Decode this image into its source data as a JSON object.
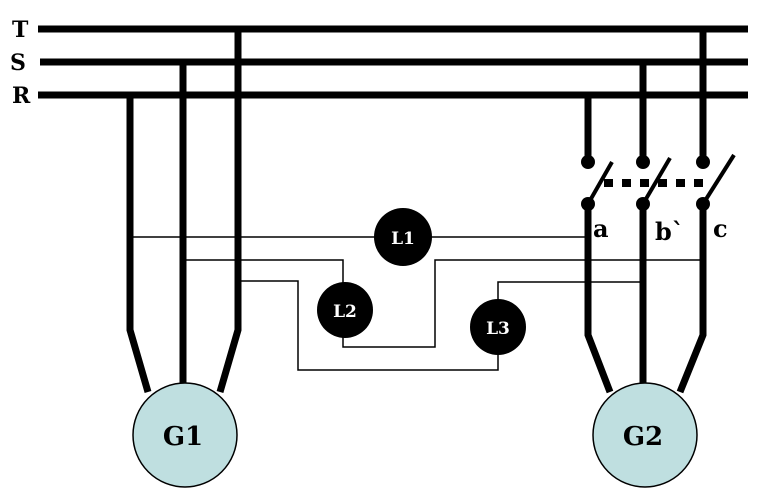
{
  "buses": {
    "t": "T",
    "s": "S",
    "r": "R"
  },
  "lamps": {
    "l1": "L1",
    "l2": "L2",
    "l3": "L3"
  },
  "generators": {
    "g1": "G1",
    "g2": "G2"
  },
  "switch_terminals": {
    "a": "a",
    "b": "b`",
    "c": "c"
  },
  "colors": {
    "generator_fill": "#bfdfe0",
    "lamp_fill": "#000000"
  }
}
